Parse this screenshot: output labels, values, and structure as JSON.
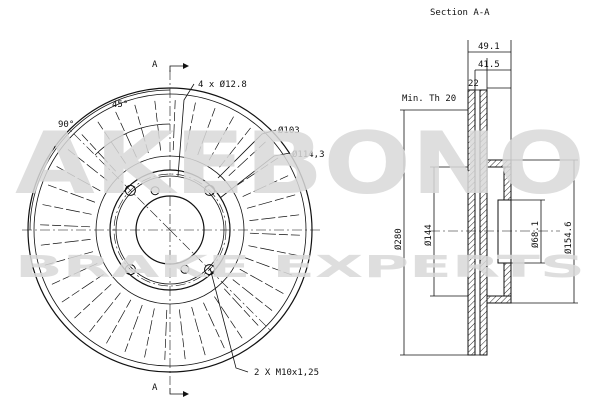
{
  "drawing": {
    "section_title": "Section A-A",
    "section_marker": "A",
    "labels": {
      "bolt_holes": "4 x Ø12.8",
      "angle_90": "90°",
      "angle_45": "45°",
      "dia_103": "Ø103",
      "dia_114": "Ø114,3",
      "thread": "2 X M10x1,25",
      "dim_49": "49.1",
      "dim_41": "41.5",
      "dim_22": "22",
      "min_th": "Min. Th 20",
      "dia_280": "Ø280",
      "dia_144": "Ø144",
      "dia_68": "Ø68.1",
      "dia_154": "Ø154.6"
    },
    "watermark": {
      "brand": "AKEBONO",
      "tagline": "BRAKE EXPERTS"
    },
    "colors": {
      "line": "#111111",
      "watermark": "#d9d9d9",
      "hatch": "#111111"
    }
  }
}
